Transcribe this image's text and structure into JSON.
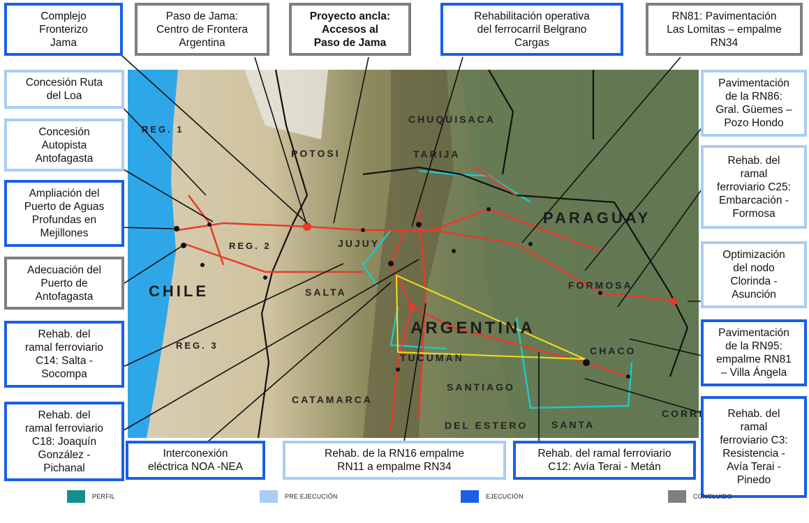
{
  "colors": {
    "perfil": "#138f8f",
    "pre_ejecucion": "#a9cdf5",
    "ejecucion": "#1a5fe6",
    "concluido": "#7f7f7f",
    "route": "#e83a2a",
    "sea": "#2ea7e8"
  },
  "boxes": {
    "complejo_jama": "Complejo\nFronterizo\nJama",
    "paso_jama": "Paso de Jama:\nCentro de Frontera\nArgentina",
    "proyecto_ancla": "Proyecto ancla:\nAccesos al\nPaso de Jama",
    "belgrano": "Rehabilitación operativa\ndel ferrocarril Belgrano\nCargas",
    "rn81": "RN81: Pavimentación\nLas Lomitas – empalme\nRN34",
    "ruta_loa": "Concesión Ruta\ndel Loa",
    "autopista": "Concesión\nAutopista\nAntofagasta",
    "mejillones": "Ampliación del\nPuerto de Aguas\nProfundas en\nMejillones",
    "puerto_antofagasta": "Adecuación del\nPuerto de\nAntofagasta",
    "c14": "Rehab. del\nramal ferroviario\nC14: Salta -\nSocompa",
    "c18": "Rehab. del\nramal ferroviario\nC18: Joaquín\nGonzález -\nPichanal",
    "interconexion": "Interconexión\neléctrica NOA -NEA",
    "rn16": "Rehab. de la RN16 empalme\nRN11 a empalme RN34",
    "c12": "Rehab. del ramal ferroviario\nC12: Avía Terai - Metán",
    "c3": "Rehab. del\nramal\nferroviario C3:\nResistencia -\nAvía Terai -\nPinedo",
    "rn95": "Pavimentación\nde la RN95:\nempalme RN81\n– Villa Ángela",
    "clorinda": "Optimización\ndel nodo\nClorinda -\nAsunción",
    "c25": "Rehab. del\nramal\nferroviario C25:\nEmbarcación -\nFormosa",
    "rn86": "Pavimentación\nde la RN86:\nGral. Güemes –\nPozo Hondo"
  },
  "map_labels": {
    "chile": "CHILE",
    "argentina": "ARGENTINA",
    "paraguay": "PARAGUAY",
    "potosi": "POTOSI",
    "chuquisaca": "CHUQUISACA",
    "tarija": "TARIJA",
    "jujuy": "JUJUY",
    "salta": "SALTA",
    "formosa": "FORMOSA",
    "chaco": "CHACO",
    "tucuman": "TUCUMAN",
    "santiago": "SANTIAGO",
    "del_estero": "DEL ESTERO",
    "catamarca": "CATAMARCA",
    "santa": "SANTA",
    "corri": "CORRI",
    "reg1": "REG. 1",
    "reg2": "REG. 2",
    "reg3": "REG. 3"
  },
  "legend": {
    "perfil": "PERFIL",
    "pre_ejecucion": "PRE EJECUCIÓN",
    "ejecucion": "EJECUCIÓN",
    "concluido": "CONCLUIDO"
  }
}
